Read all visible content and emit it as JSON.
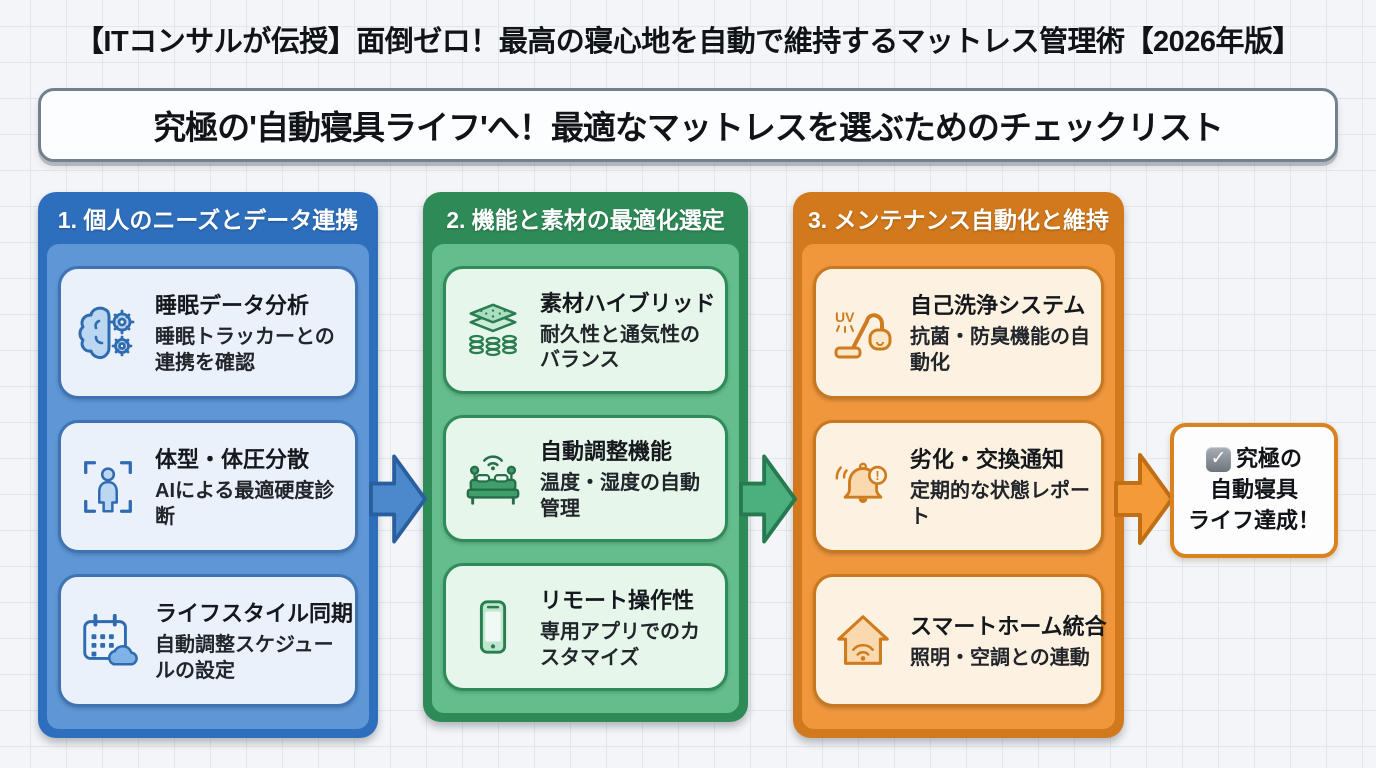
{
  "header": {
    "title": "【ITコンサルが伝授】面倒ゼロ！最高の寝心地を自動で維持するマットレス管理術【2026年版】",
    "subtitle": "究極の'自動寝具ライフ'へ！最適なマットレスを選ぶためのチェックリスト"
  },
  "columns": [
    {
      "header": "1. 個人のニーズとデータ連携",
      "theme_color": "#2e6fbd",
      "cards": [
        {
          "icon": "brain-gears-icon",
          "title": "睡眠データ分析",
          "desc": "睡眠トラッカーとの連携を確認"
        },
        {
          "icon": "body-scan-icon",
          "title": "体型・体圧分散",
          "desc": "AIによる最適硬度診断"
        },
        {
          "icon": "calendar-cloud-icon",
          "title": "ライフスタイル同期",
          "desc": "自動調整スケジュールの設定"
        }
      ]
    },
    {
      "header": "2. 機能と素材の最適化選定",
      "theme_color": "#2e8b57",
      "cards": [
        {
          "icon": "mattress-layers-icon",
          "title": "素材ハイブリッド",
          "desc": "耐久性と通気性のバランス"
        },
        {
          "icon": "smart-bed-icon",
          "title": "自動調整機能",
          "desc": "温度・湿度の自動管理"
        },
        {
          "icon": "smartphone-icon",
          "title": "リモート操作性",
          "desc": "専用アプリでのカスタマイズ"
        }
      ]
    },
    {
      "header": "3. メンテナンス自動化と維持",
      "theme_color": "#d1791c",
      "cards": [
        {
          "icon": "uv-vacuum-icon",
          "title": "自己洗浄システム",
          "desc": "抗菌・防臭機能の自動化"
        },
        {
          "icon": "alert-bell-icon",
          "title": "劣化・交換通知",
          "desc": "定期的な状態レポート"
        },
        {
          "icon": "smart-home-icon",
          "title": "スマートホーム統合",
          "desc": "照明・空調との連動"
        }
      ]
    }
  ],
  "result": {
    "icon": "checkbox-checked-icon",
    "check_glyph": "✓",
    "line1": "究極の",
    "line2": "自動寝具",
    "line3": "ライフ達成！"
  },
  "palette": {
    "background": "#f3f5f8",
    "grid_line": "#e2e7ec",
    "blue_header": "#2e6fbd",
    "blue_body": "#5e96d6",
    "green_header": "#2e8b57",
    "green_body": "#64bd8c",
    "orange_header": "#d1791c",
    "orange_body": "#f0963c",
    "arrow_blue": "#4c88cc",
    "arrow_green": "#4bb07d",
    "arrow_orange": "#f49a38",
    "result_border": "#d9821f"
  }
}
